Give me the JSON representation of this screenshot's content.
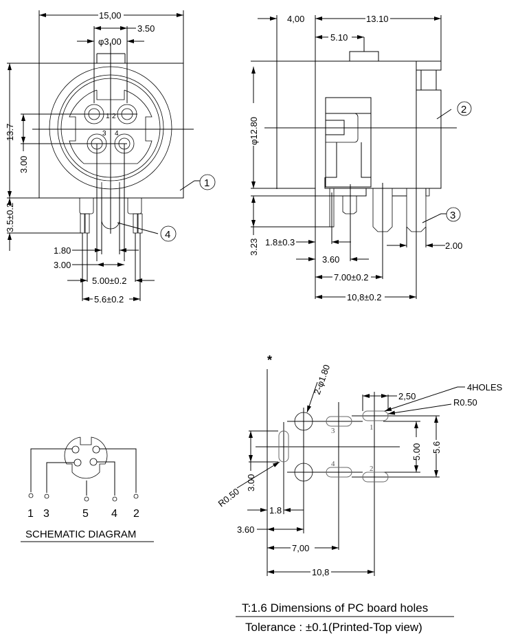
{
  "front_view": {
    "dims": {
      "width": "15,00",
      "key_width": "3.50",
      "key_dia": "φ3,00",
      "height": "13.7",
      "pin_pitch_v": "3.00",
      "pin_length": "3.5±0.2",
      "d1_80": "1.80",
      "d3_00": "3.00",
      "d5_00": "5.00±0.2",
      "d5_6": "5.6±0.2"
    },
    "pin_labels": [
      "1",
      "2",
      "3",
      "4"
    ],
    "callouts": [
      "1",
      "4"
    ]
  },
  "side_view": {
    "dims": {
      "offset": "4,00",
      "depth": "13.10",
      "key_pos": "5.10",
      "diameter": "φ12.80",
      "pin_height": "3.23",
      "d1_8": "1.8±0.3",
      "d3_60": "3.60",
      "d7_00": "7.00±0.2",
      "d10_8": "10,8±0.2",
      "d2_00": "2.00"
    },
    "callouts": [
      "2",
      "3"
    ]
  },
  "schematic": {
    "pins": [
      "1",
      "3",
      "5",
      "4",
      "2"
    ],
    "title": "SCHEMATIC DIAGRAM"
  },
  "pcb_layout": {
    "marker": "*",
    "dims": {
      "hole_dia": "2-φ1.80",
      "slot_len": "2,50",
      "holes_note": "4HOLES",
      "radius_top": "R0.50",
      "radius_left": "R0.50",
      "d3_00": "3.00",
      "d5_00": "5.00",
      "d5_6": "5.6",
      "d1_8": "1.8",
      "d3_60": "3.60",
      "d7_00": "7,00",
      "d10_8": "10,8"
    },
    "pin_labels": [
      "1",
      "2",
      "3",
      "4"
    ]
  },
  "notes": {
    "line1": "T:1.6 Dimensions of PC board holes",
    "line2": "Tolerance : ±0.1(Printed-Top view)"
  }
}
